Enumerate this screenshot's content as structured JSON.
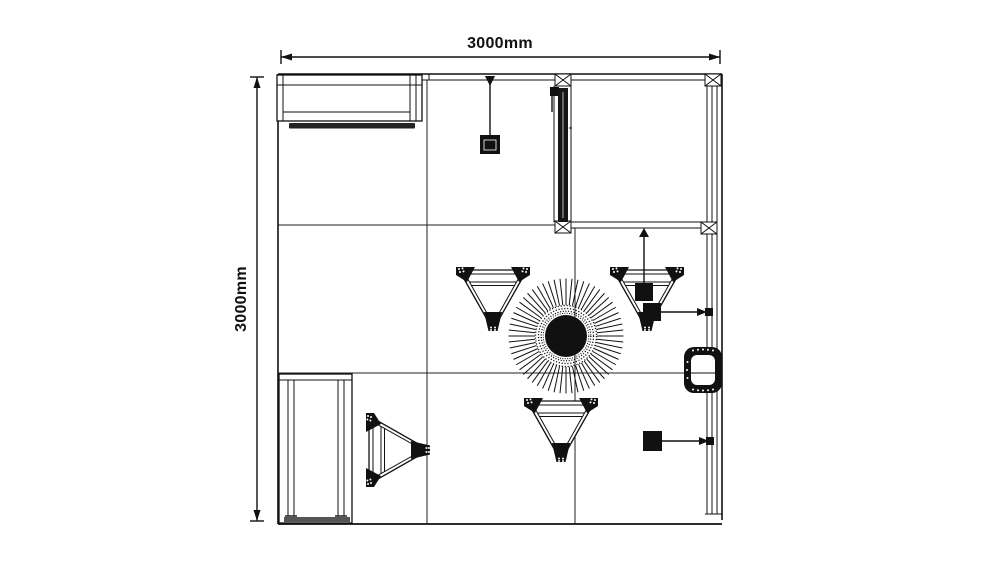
{
  "page": {
    "background": "#ffffff"
  },
  "drawing": {
    "title": "exhibition-stand-floor-plan",
    "width_label": "3000mm",
    "height_label": "3000mm",
    "line_color": "#111111",
    "grid": {
      "columns": 3,
      "rows": 3
    },
    "furniture": [
      {
        "name": "wall-counter",
        "location": "top-left"
      },
      {
        "name": "display-panel",
        "location": "top-center-wall"
      },
      {
        "name": "hanging-light",
        "location": "top-center"
      },
      {
        "name": "round-spoke-table",
        "location": "center"
      },
      {
        "name": "triangular-chair",
        "location": "left-of-table"
      },
      {
        "name": "triangular-chair",
        "location": "right-of-table"
      },
      {
        "name": "triangular-chair",
        "location": "below-table"
      },
      {
        "name": "triangular-chair",
        "location": "bottom-left"
      },
      {
        "name": "hanging-light",
        "location": "right-of-table-upper"
      },
      {
        "name": "hanging-light",
        "location": "right-of-table-lower"
      },
      {
        "name": "hanging-light",
        "location": "bottom-right"
      },
      {
        "name": "stool",
        "location": "right-wall"
      },
      {
        "name": "storage-cabinet",
        "location": "bottom-left-wall"
      }
    ]
  }
}
